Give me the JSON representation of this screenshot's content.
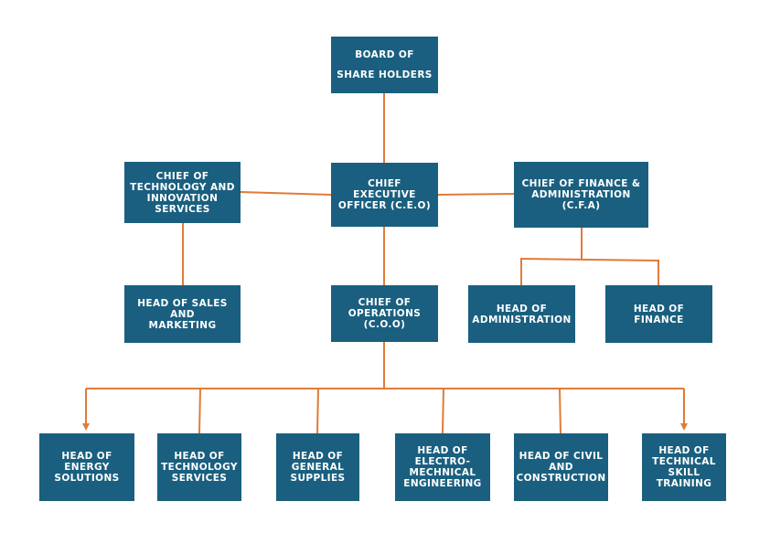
{
  "colors": {
    "box": "#1a5f7f",
    "box_text": "#ffffff",
    "connector": "#e07b39",
    "background": "#ffffff"
  },
  "nodes": {
    "board": "BOARD OF\nSHARE HOLDERS",
    "ceo": "CHIEF EXECUTIVE\nOFFICER (C.E.O)",
    "cto": "CHIEF OF\nTECHNOLOGY AND\nINNOVATION\nSERVICES",
    "cfa": "CHIEF OF FINANCE &\nADMINISTRATION\n(C.F.A)",
    "sales": "HEAD OF SALES AND\nMARKETING",
    "coo": "CHIEF OF\nOPERATIONS\n(C.O.O)",
    "admin": "HEAD OF\nADMINISTRATION",
    "finance": "HEAD OF FINANCE",
    "energy": "HEAD OF ENERGY\nSOLUTIONS",
    "tech_services": "HEAD OF\nTECHNOLOGY\nSERVICES",
    "general_supplies": "HEAD OF\nGENERAL\nSUPPLIES",
    "electro": "HEAD OF\nELECTRO-\nMECHNICAL\nENGINEERING",
    "civil": "HEAD OF CIVIL\nAND\nCONSTRUCTION",
    "skill": "HEAD OF\nTECHNICAL\nSKILL\nTRAINING"
  }
}
